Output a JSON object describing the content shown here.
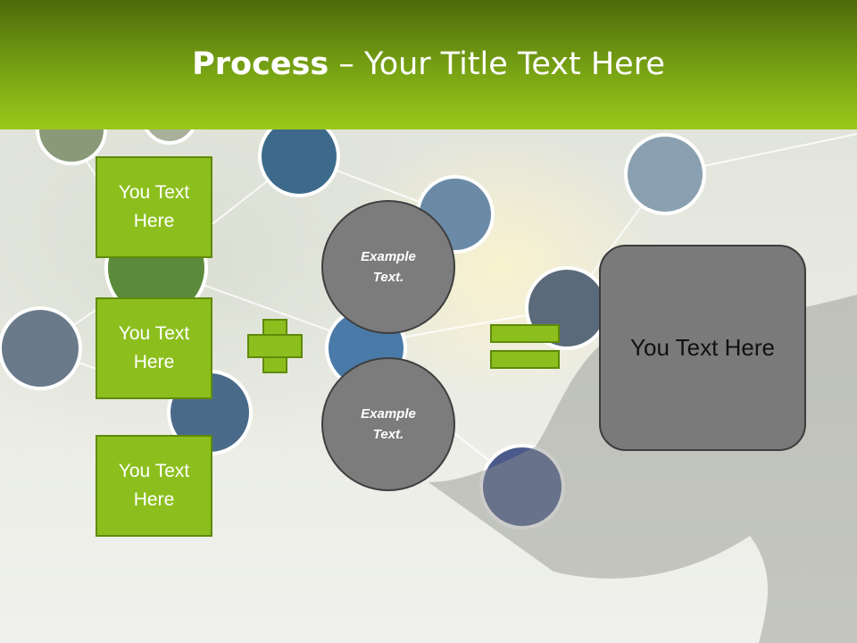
{
  "slide": {
    "title_bold": "Process",
    "title_rest": " – Your Title Text Here"
  },
  "left_boxes": [
    {
      "label": "You Text Here"
    },
    {
      "label": "You Text Here"
    },
    {
      "label": "You Text Here"
    }
  ],
  "circles": [
    {
      "label": "Example Text."
    },
    {
      "label": "Example Text."
    }
  ],
  "result_box": {
    "label": "You Text Here"
  },
  "colors": {
    "header_green_dark": "#4e6a0a",
    "header_green_light": "#9cc81a",
    "box_green": "#8cbf1e",
    "box_border_green": "#5f8a0a",
    "circle_gray": "#7c7c7c",
    "result_gray": "#7a7a7a"
  },
  "icons": [
    "plus-icon",
    "equals-icon"
  ]
}
